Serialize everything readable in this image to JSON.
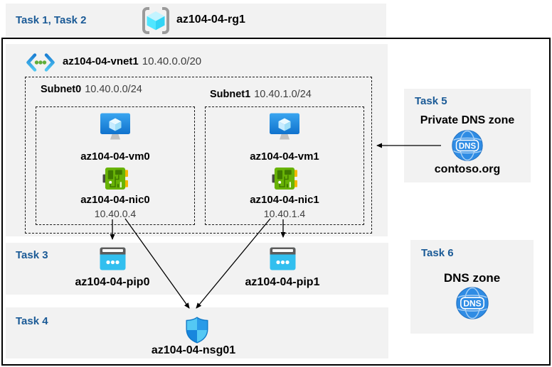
{
  "colors": {
    "task_label_blue": "#1a5a96",
    "section_bg": "#f2f2f2",
    "frame_border": "#000000",
    "arrow": "#000000",
    "vm_blue": "#1072cd",
    "nic_green": "#68b306",
    "pip_cyan": "#32bfef",
    "shield_blue": "#2a9be8",
    "dns_blue": "#2f8ce4",
    "rg_cube_cyan": "#50e6ff"
  },
  "header": {
    "tasks_label": "Task 1, Task 2",
    "rg_name": "az104-04-rg1"
  },
  "vnet": {
    "name": "az104-04-vnet1",
    "cidr": "10.40.0.0/20",
    "subnets": [
      {
        "name": "Subnet0",
        "cidr": "10.40.0.0/24",
        "vm": "az104-04-vm0",
        "nic": "az104-04-nic0",
        "ip": "10.40.0.4"
      },
      {
        "name": "Subnet1",
        "cidr": "10.40.1.0/24",
        "vm": "az104-04-vm1",
        "nic": "az104-04-nic1",
        "ip": "10.40.1.4"
      }
    ]
  },
  "task3": {
    "label": "Task 3",
    "pip0": "az104-04-pip0",
    "pip1": "az104-04-pip1"
  },
  "task4": {
    "label": "Task 4",
    "nsg_name": "az104-04-nsg01"
  },
  "task5": {
    "label": "Task 5",
    "title": "Private DNS zone",
    "zone_name": "contoso.org",
    "icon_text": "DNS"
  },
  "task6": {
    "label": "Task 6",
    "title": "DNS zone",
    "icon_text": "DNS"
  }
}
